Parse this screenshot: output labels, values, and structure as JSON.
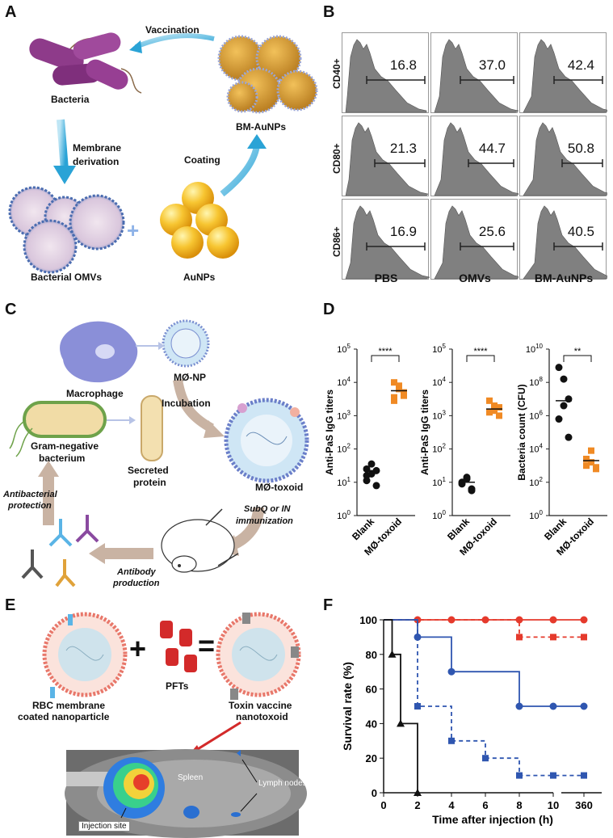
{
  "panels": {
    "a": "A",
    "b": "B",
    "c": "C",
    "d": "D",
    "e": "E",
    "f": "F"
  },
  "panel_a": {
    "vaccination": "Vaccination",
    "bacteria": "Bacteria",
    "bm_aunps": "BM-AuNPs",
    "membrane": "Membrane",
    "derivation": "derivation",
    "coating": "Coating",
    "omvs": "Bacterial OMVs",
    "aunps": "AuNPs",
    "plus": "+"
  },
  "panel_b": {
    "rows": [
      "CD40+",
      "CD80+",
      "CD86+"
    ],
    "cols": [
      "PBS",
      "OMVs",
      "BM-AuNPs"
    ],
    "values": [
      [
        "16.8",
        "37.0",
        "42.4"
      ],
      [
        "21.3",
        "44.7",
        "50.8"
      ],
      [
        "16.9",
        "25.6",
        "40.5"
      ]
    ]
  },
  "panel_c": {
    "macrophage": "Macrophage",
    "mo_np": "MØ-NP",
    "incubation": "Incubation",
    "gram1": "Gram-negative",
    "gram2": "bacterium",
    "secreted1": "Secreted",
    "secreted2": "protein",
    "mo_toxoid": "MØ-toxoid",
    "subq1": "SubQ or IN",
    "subq2": "immunization",
    "antibacterial1": "Antibacterial",
    "antibacterial2": "protection",
    "antibody1": "Antibody",
    "antibody2": "production"
  },
  "panel_d": {
    "ylabel1": "Anti-PaS IgG titers",
    "ylabel2": "Anti-PaS IgG titers",
    "ylabel3": "Bacteria count (CFU)",
    "xcats": [
      "Blank",
      "MØ-toxoid"
    ],
    "sig1": "****",
    "sig2": "****",
    "sig3": "**",
    "ticks1": [
      "10",
      "10",
      "10",
      "10",
      "10",
      "10"
    ],
    "colors": {
      "blank": "#111111",
      "toxoid": "#f08a24"
    }
  },
  "panel_e": {
    "rbc1": "RBC membrane",
    "rbc2": "coated nanoparticle",
    "pfts": "PFTs",
    "toxin1": "Toxin vaccine",
    "toxin2": "nanotoxoid",
    "spleen": "Spleen",
    "lymph": "Lymph nodes",
    "injection": "Injection site",
    "plus": "+",
    "equals": "="
  },
  "chart_data": {
    "type": "line",
    "xlabel": "Time after injection (h)",
    "ylabel": "Survival rate (%)",
    "xticks": [
      "0",
      "2",
      "4",
      "6",
      "8",
      "10",
      "360"
    ],
    "yticks": [
      "0",
      "20",
      "40",
      "60",
      "80",
      "100"
    ],
    "ylim": [
      0,
      100
    ],
    "series": [
      {
        "style": "red-solid-circle",
        "color": "#e53a2c",
        "x": [
          0,
          2,
          4,
          6,
          8,
          10,
          360
        ],
        "y": [
          100,
          100,
          100,
          100,
          100,
          100,
          100
        ]
      },
      {
        "style": "red-dashed-square",
        "color": "#e53a2c",
        "x": [
          0,
          8,
          10,
          360
        ],
        "y": [
          100,
          90,
          90,
          90
        ]
      },
      {
        "style": "blue-solid-circle",
        "color": "#2f56b0",
        "x": [
          0,
          2,
          4,
          8,
          10,
          360
        ],
        "y": [
          100,
          90,
          70,
          50,
          50,
          50
        ]
      },
      {
        "style": "blue-dashed-square",
        "color": "#2f56b0",
        "x": [
          0,
          2,
          4,
          6,
          8,
          10,
          360
        ],
        "y": [
          100,
          50,
          30,
          20,
          10,
          10,
          10
        ]
      },
      {
        "style": "black-solid-triangle",
        "color": "#111111",
        "x": [
          0,
          0.5,
          1,
          2
        ],
        "y": [
          100,
          80,
          40,
          0
        ]
      }
    ]
  }
}
